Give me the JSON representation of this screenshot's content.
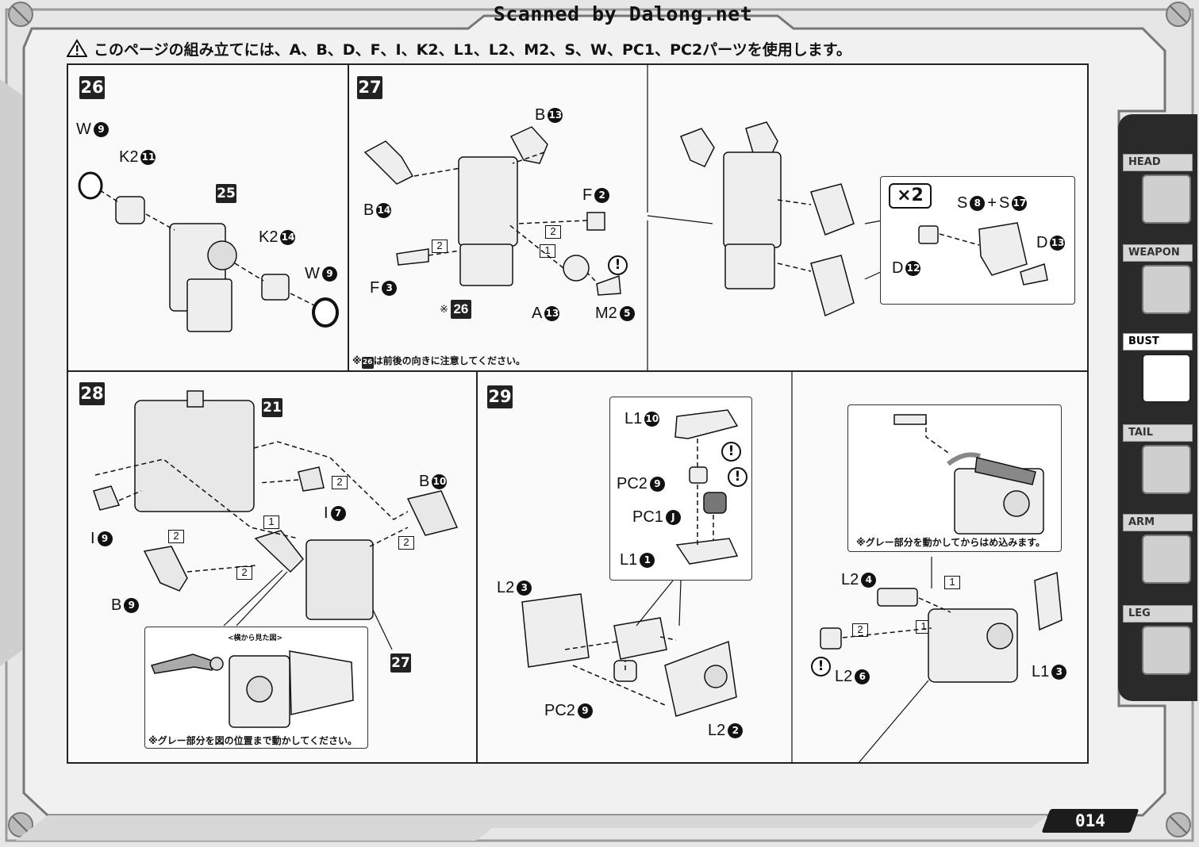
{
  "watermark": "Scanned by Dalong.net",
  "notice": {
    "icon": "warning-triangle-icon",
    "text": "このページの組み立てには、A、B、D、F、I、K2、L1、L2、M2、S、W、PC1、PC2パーツを使用します。"
  },
  "steps": {
    "s26": {
      "number": "26",
      "callouts": {
        "w9a": {
          "part": "W",
          "num": "9"
        },
        "k2_11": {
          "part": "K2",
          "num": "11"
        },
        "ref25": "25",
        "k2_14": {
          "part": "K2",
          "num": "14"
        },
        "w9b": {
          "part": "W",
          "num": "9"
        }
      }
    },
    "s27": {
      "number": "27",
      "callouts": {
        "b13": {
          "part": "B",
          "num": "13"
        },
        "b14": {
          "part": "B",
          "num": "14"
        },
        "f2": {
          "part": "F",
          "num": "2"
        },
        "f3": {
          "part": "F",
          "num": "3"
        },
        "a13": {
          "part": "A",
          "num": "13"
        },
        "m2_5": {
          "part": "M2",
          "num": "5"
        },
        "ref26": "26",
        "ref26_mark": "※",
        "s8": {
          "part": "S",
          "num": "8"
        },
        "plus": "+",
        "s17": {
          "part": "S",
          "num": "17"
        },
        "d13": {
          "part": "D",
          "num": "13"
        },
        "d12": {
          "part": "D",
          "num": "12"
        }
      },
      "multiplier": "×2",
      "note_prefix": "※",
      "note_ref": "26",
      "note_text": "は前後の向きに注意してください。"
    },
    "s28": {
      "number": "28",
      "callouts": {
        "ref21": "21",
        "b10": {
          "part": "B",
          "num": "10"
        },
        "i7": {
          "part": "I",
          "num": "7"
        },
        "i9": {
          "part": "I",
          "num": "9"
        },
        "b9": {
          "part": "B",
          "num": "9"
        },
        "ref27": "27"
      },
      "inset_title": "<横から見た図>",
      "inset_note": "※グレー部分を図の位置まで動かしてください。"
    },
    "s29": {
      "number": "29",
      "callouts": {
        "l1_10": {
          "part": "L1",
          "num": "10"
        },
        "pc2_9a": {
          "part": "PC2",
          "num": "9"
        },
        "pc1_j": {
          "part": "PC1",
          "num": "J"
        },
        "l1_1": {
          "part": "L1",
          "num": "1"
        },
        "l2_3": {
          "part": "L2",
          "num": "3"
        },
        "pc2_9b": {
          "part": "PC2",
          "num": "9"
        },
        "l2_2": {
          "part": "L2",
          "num": "2"
        },
        "l2_4": {
          "part": "L2",
          "num": "4"
        },
        "l2_6": {
          "part": "L2",
          "num": "6"
        },
        "l1_3": {
          "part": "L1",
          "num": "3"
        }
      },
      "inset_note": "※グレー部分を動かしてからはめ込みます。"
    }
  },
  "marks": {
    "caution": "!",
    "seq1": "1",
    "seq2": "2"
  },
  "sidebar": {
    "tabs": [
      {
        "label": "HEAD",
        "icon": "head-icon",
        "active": false
      },
      {
        "label": "WEAPON",
        "icon": "weapon-icon",
        "active": false
      },
      {
        "label": "BUST",
        "icon": "bust-icon",
        "active": true
      },
      {
        "label": "TAIL",
        "icon": "tail-icon",
        "active": false
      },
      {
        "label": "ARM",
        "icon": "arm-icon",
        "active": false
      },
      {
        "label": "LEG",
        "icon": "leg-icon",
        "active": false
      }
    ]
  },
  "page_number": "014"
}
